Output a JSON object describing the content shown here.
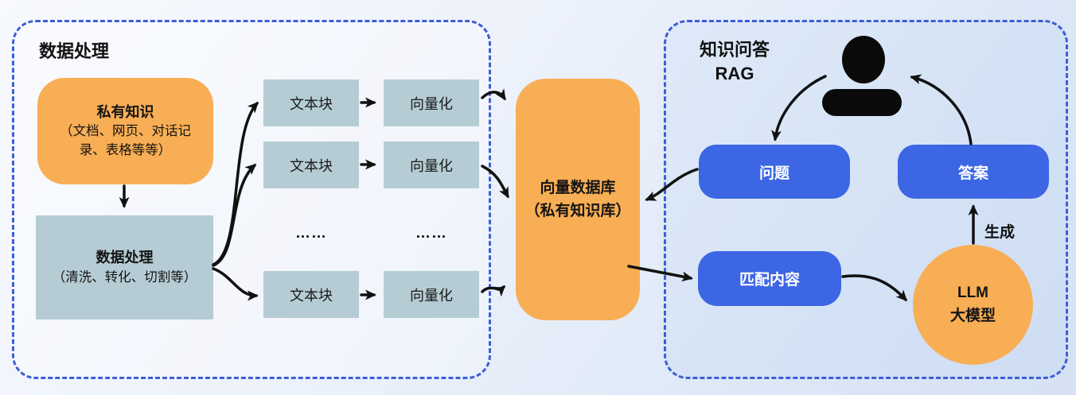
{
  "colors": {
    "accent_blue": "#3c66e4",
    "node_orange": "#f8ae54",
    "node_steel": "#b5ccd4",
    "panel_border_blue": "#3d5ed9",
    "arrow_black": "#111111",
    "background_blue": "#dde8f7"
  },
  "left_panel": {
    "title": "数据处理",
    "private_knowledge": {
      "title": "私有知识",
      "subtitle": "（文档、网页、对话记录、表格等等）"
    },
    "processing": {
      "title": "数据处理",
      "subtitle": "（清洗、转化、切割等）"
    },
    "text_block_label": "文本块",
    "vectorize_label": "向量化",
    "ellipsis": "……"
  },
  "vector_db": {
    "line1": "向量数据库",
    "line2": "（私有知识库）"
  },
  "right_panel": {
    "title": "知识问答\nRAG",
    "question_label": "问题",
    "answer_label": "答案",
    "matched_content_label": "匹配内容",
    "llm_line1": "LLM",
    "llm_line2": "大模型",
    "generate_label": "生成"
  },
  "icons": {
    "user": "user-silhouette"
  }
}
